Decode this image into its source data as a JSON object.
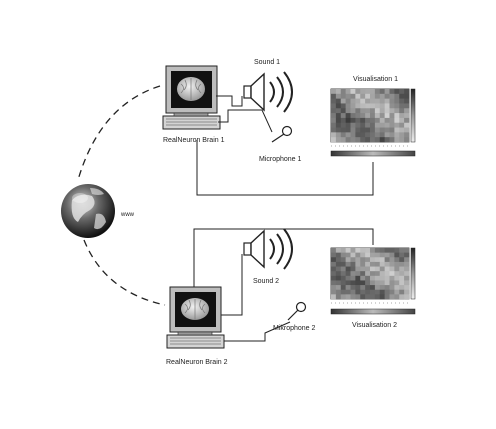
{
  "labels": {
    "sound_1": "Sound 1",
    "sound_2": "Sound 2",
    "visualisation_1": "Visualisation 1",
    "visualisation_2": "Visualisation 2",
    "brain_1": "RealNeuron Brain 1",
    "brain_2": "RealNeuron Brain 2",
    "microphone_1": "Microphone 1",
    "microphone_2": "Mikrophone 2",
    "www": "www"
  },
  "icons": {
    "globe": "globe-icon",
    "computer": "computer-monitor-icon",
    "speaker": "speaker-icon",
    "microphone": "microphone-icon",
    "heatmap": "heatmap-panel"
  },
  "colors": {
    "line": "#222222",
    "background": "#ffffff"
  }
}
